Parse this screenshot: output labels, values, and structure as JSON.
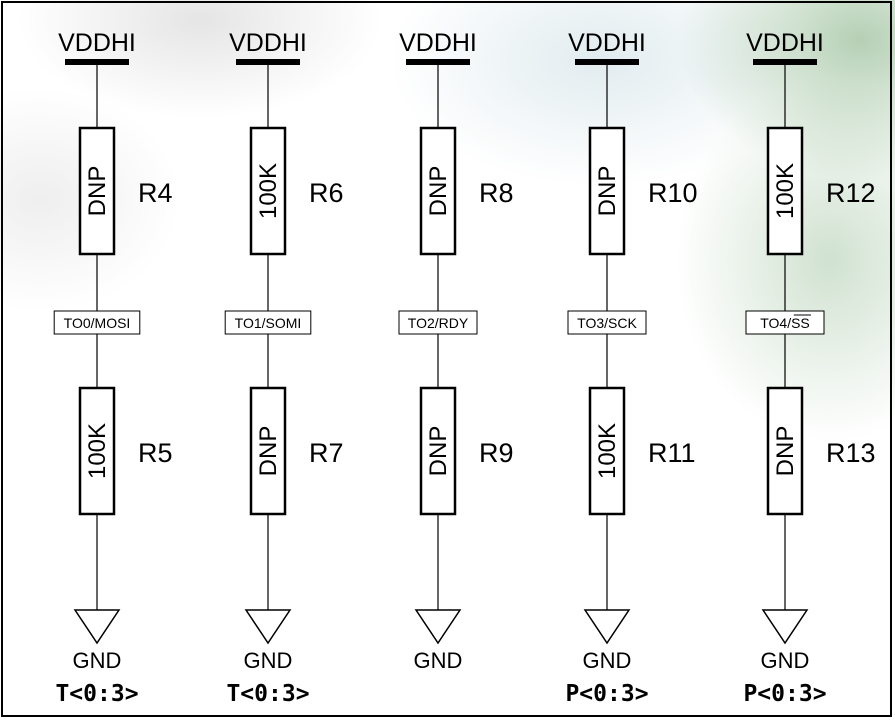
{
  "diagram": {
    "columns": [
      {
        "power": "VDDHI",
        "top": {
          "value": "DNP",
          "ref": "R4"
        },
        "net": "TO0/MOSI",
        "bottom": {
          "value": "100K",
          "ref": "R5"
        },
        "ground": "GND",
        "bus": "T<0:3>"
      },
      {
        "power": "VDDHI",
        "top": {
          "value": "100K",
          "ref": "R6"
        },
        "net": "TO1/SOMI",
        "bottom": {
          "value": "DNP",
          "ref": "R7"
        },
        "ground": "GND",
        "bus": "T<0:3>"
      },
      {
        "power": "VDDHI",
        "top": {
          "value": "DNP",
          "ref": "R8"
        },
        "net": "TO2/RDY",
        "bottom": {
          "value": "DNP",
          "ref": "R9"
        },
        "ground": "GND",
        "bus": ""
      },
      {
        "power": "VDDHI",
        "top": {
          "value": "DNP",
          "ref": "R10"
        },
        "net": "TO3/SCK",
        "bottom": {
          "value": "100K",
          "ref": "R11"
        },
        "ground": "GND",
        "bus": "P<0:3>"
      },
      {
        "power": "VDDHI",
        "top": {
          "value": "100K",
          "ref": "R12"
        },
        "net": "TO4/SS",
        "net_overline": "SS",
        "bottom": {
          "value": "DNP",
          "ref": "R13"
        },
        "ground": "GND",
        "bus": "P<0:3>"
      }
    ]
  }
}
